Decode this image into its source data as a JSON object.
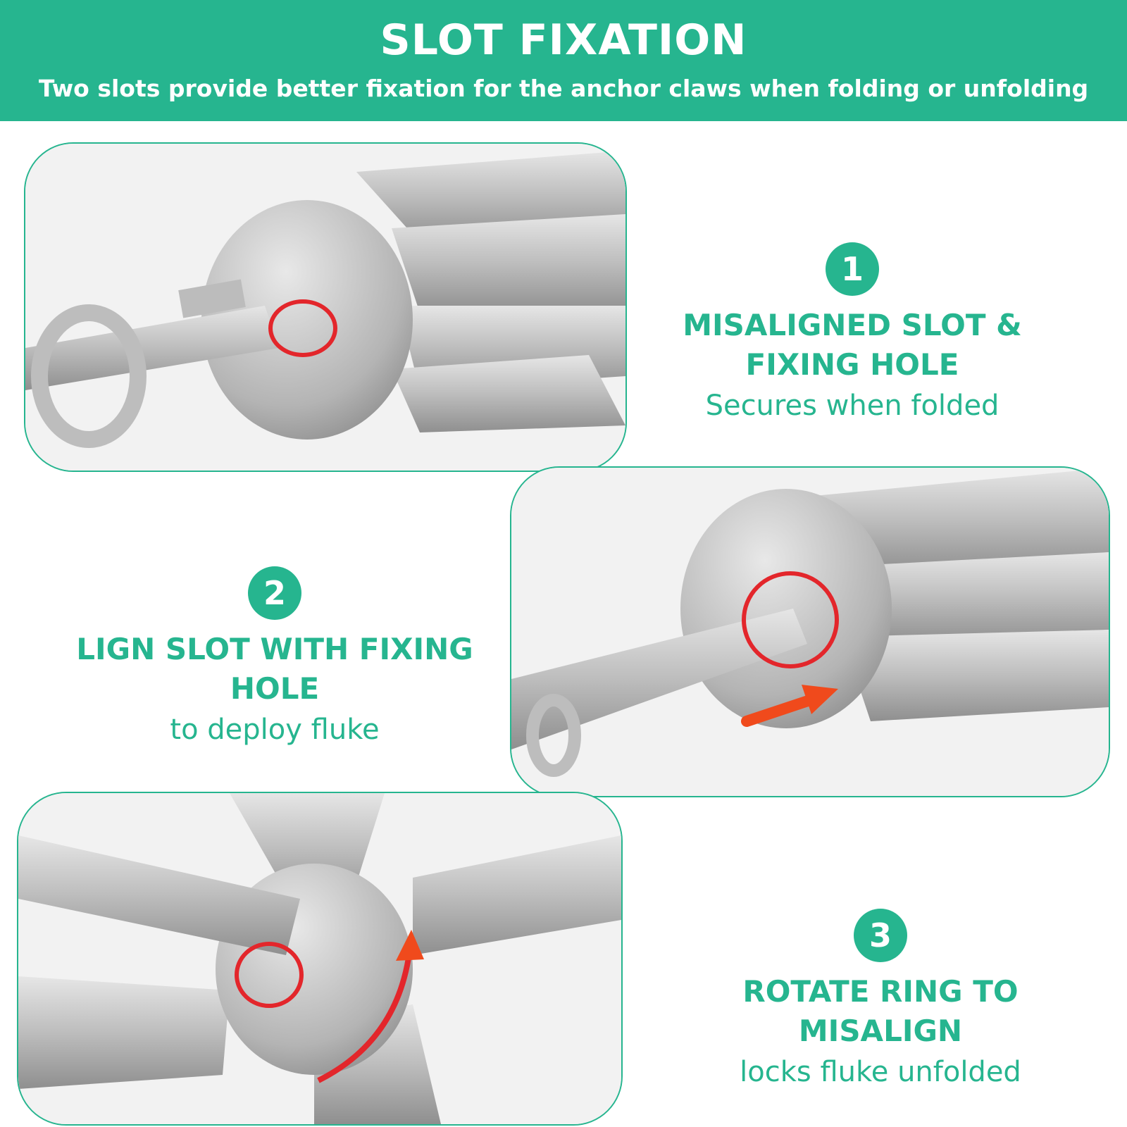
{
  "header": {
    "title": "SLOT FIXATION",
    "subtitle": "Two slots provide better fixation for the anchor claws when folding or unfolding"
  },
  "steps": [
    {
      "number": "1",
      "title": "MISALIGNED SLOT & FIXING HOLE",
      "description": "Secures when folded"
    },
    {
      "number": "2",
      "title": "LIGN SLOT WITH FIXING HOLE",
      "description": "to deploy fluke"
    },
    {
      "number": "3",
      "title": "ROTATE RING TO MISALIGN",
      "description": "locks fluke unfolded"
    }
  ],
  "colors": {
    "accent": "#26b58f",
    "highlight": "#e3262b",
    "arrow": "#f04a1c",
    "metal": "#c8c8c8"
  }
}
